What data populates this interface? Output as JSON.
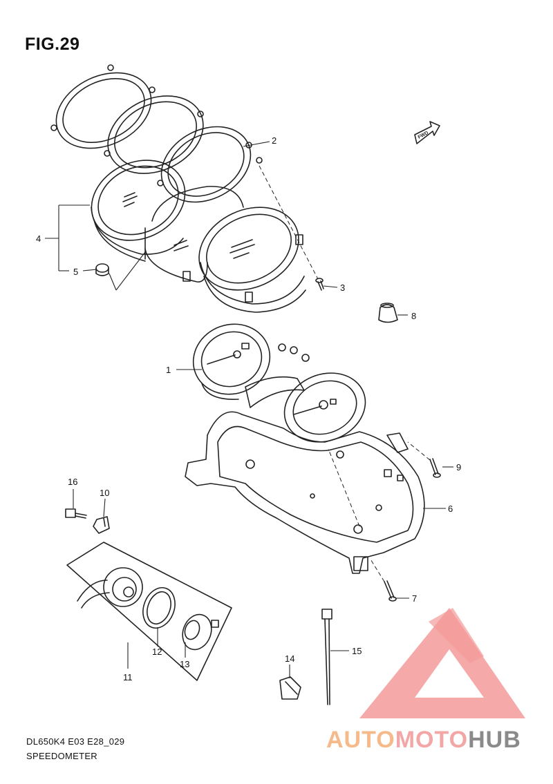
{
  "figure": {
    "title": "FIG.29"
  },
  "footer": {
    "code": "DL650K4 E03 E28_029",
    "name": "SPEEDOMETER"
  },
  "fwd_label": "FWD",
  "callouts": {
    "c1": "1",
    "c2": "2",
    "c3": "3",
    "c4": "4",
    "c5": "5",
    "c6": "6",
    "c7": "7",
    "c8": "8",
    "c9": "9",
    "c10": "10",
    "c11": "11",
    "c12": "12",
    "c13": "13",
    "c14": "14",
    "c15": "15",
    "c16": "16"
  },
  "watermark": {
    "part1": "AUTO",
    "part2": "MOTO",
    "part3": "HUB"
  },
  "colors": {
    "line": "#222222",
    "watermark_triangle": "#f39a9a"
  }
}
